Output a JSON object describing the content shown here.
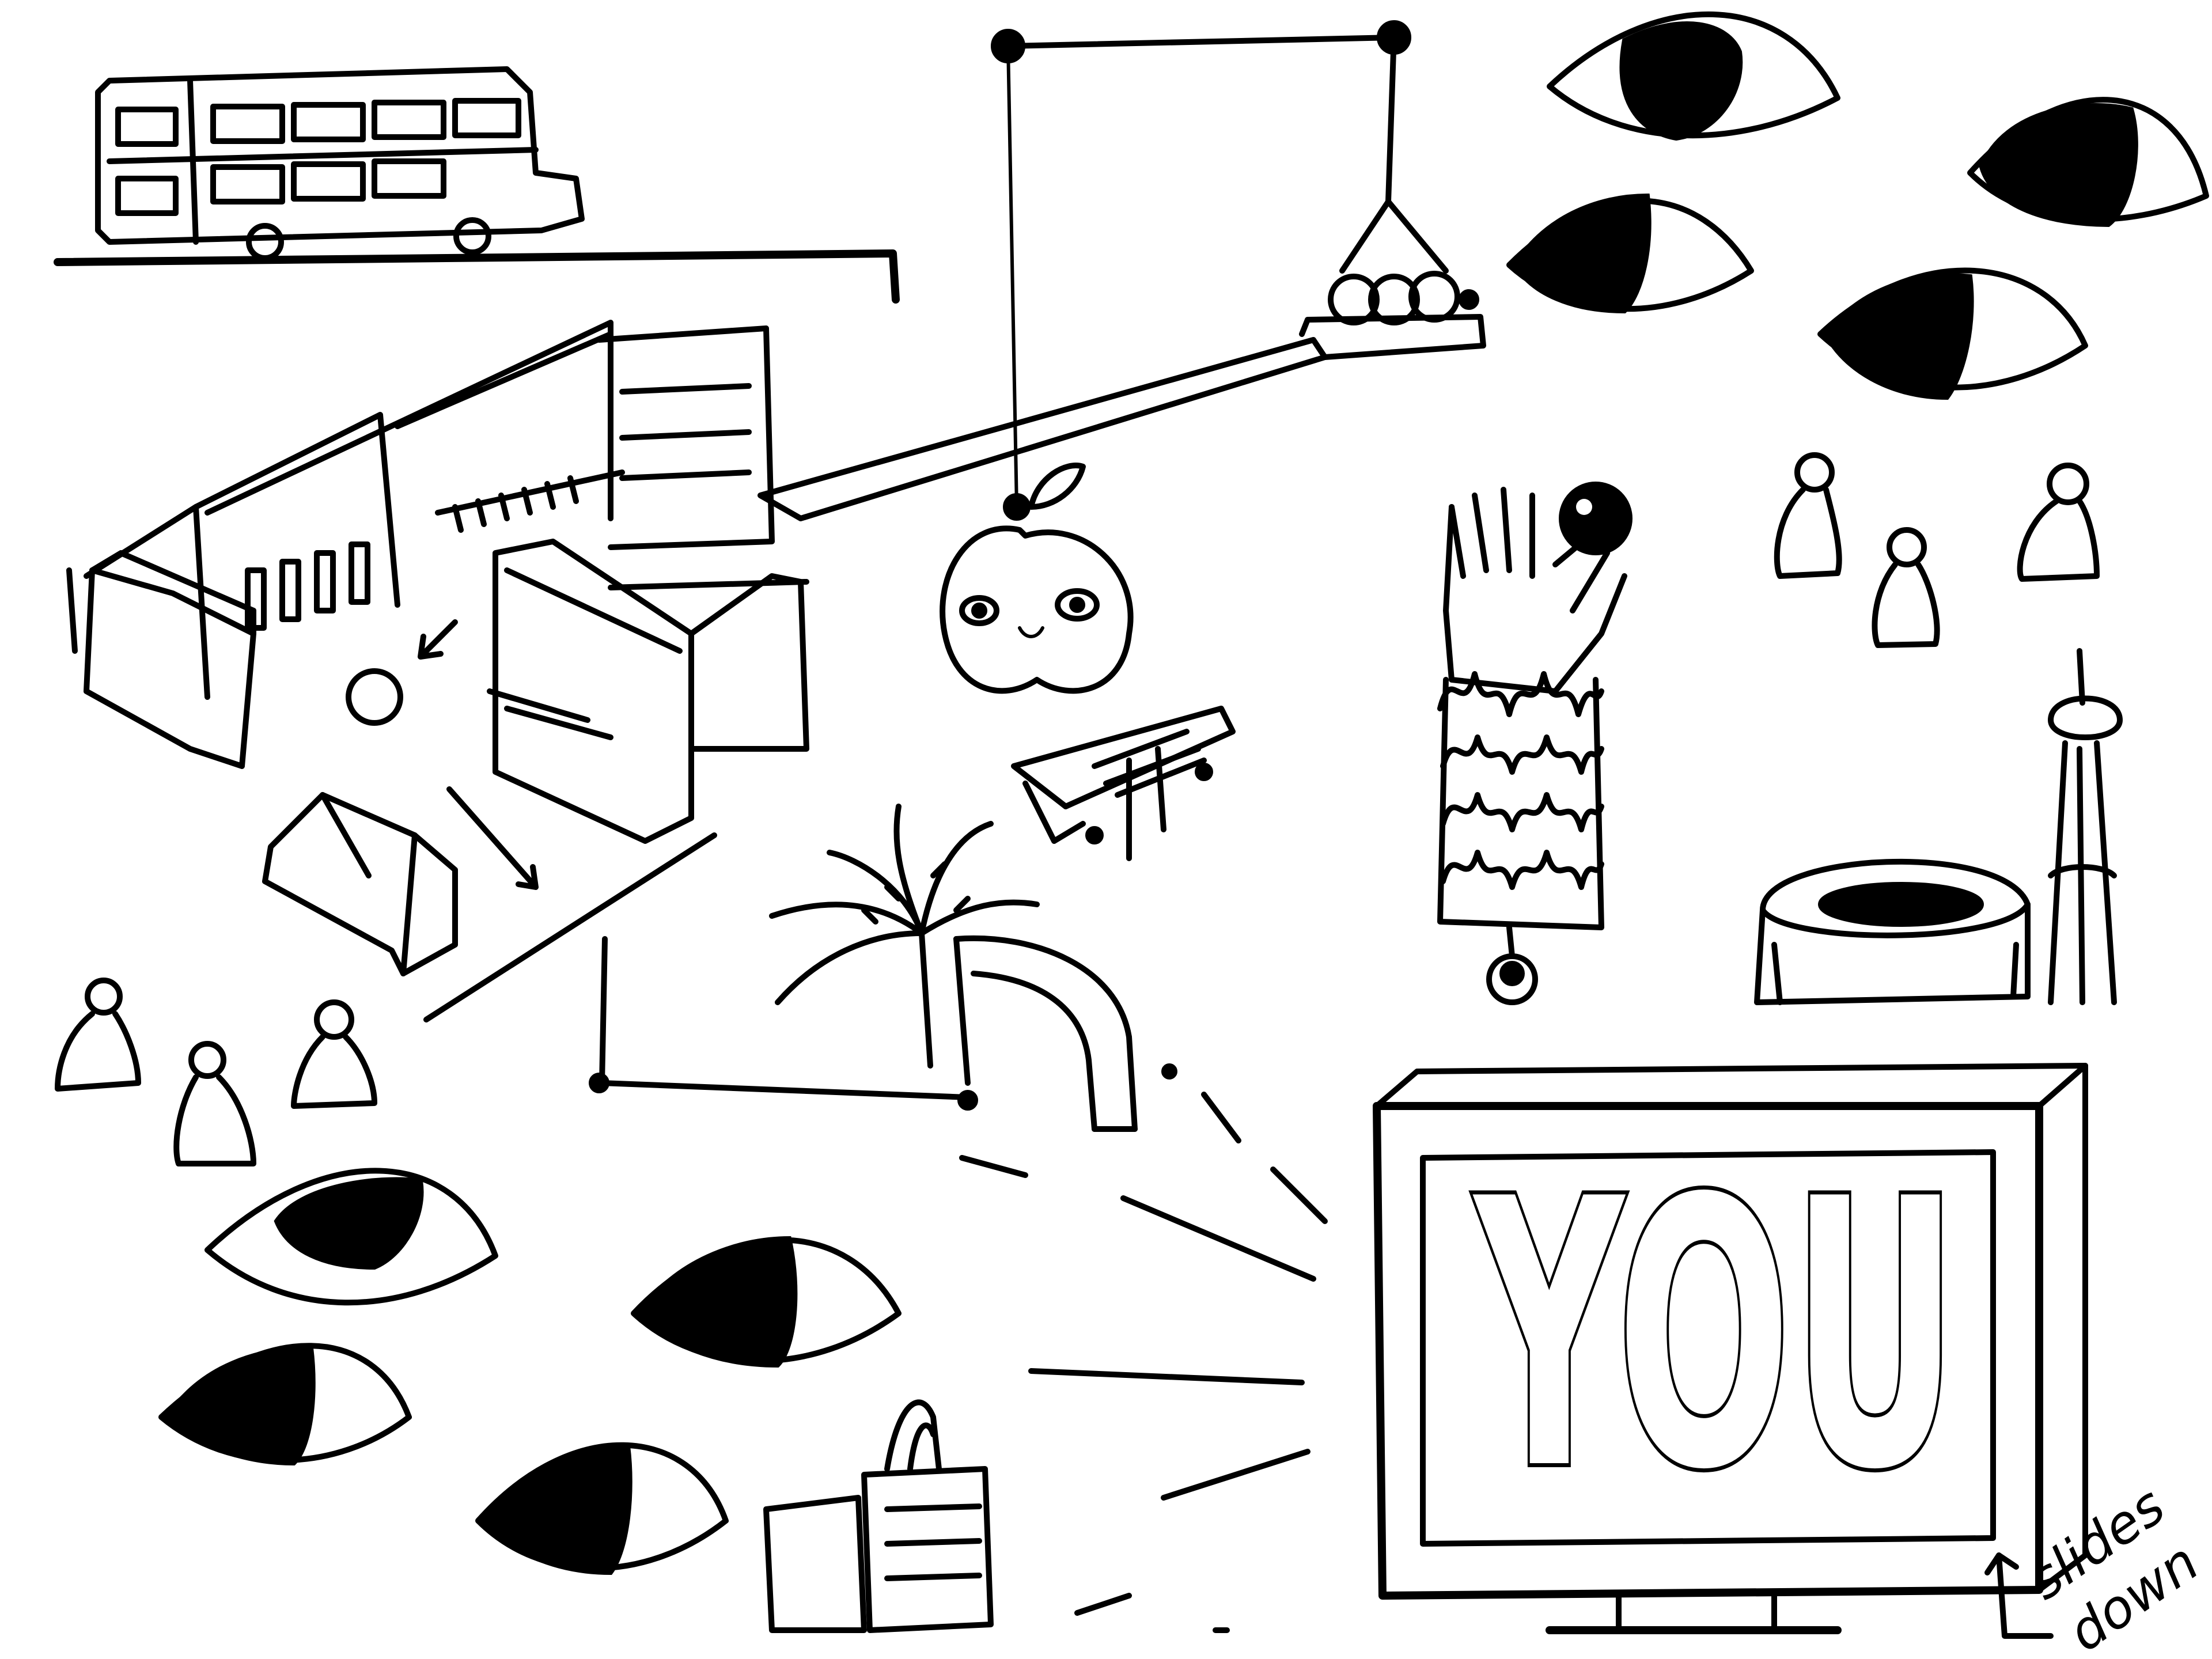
{
  "drawing": {
    "billboard_text": "YOU",
    "annotation_line1": "slides",
    "annotation_line2": "down",
    "palette": {
      "ink": "#000000",
      "paper": "#ffffff"
    }
  }
}
